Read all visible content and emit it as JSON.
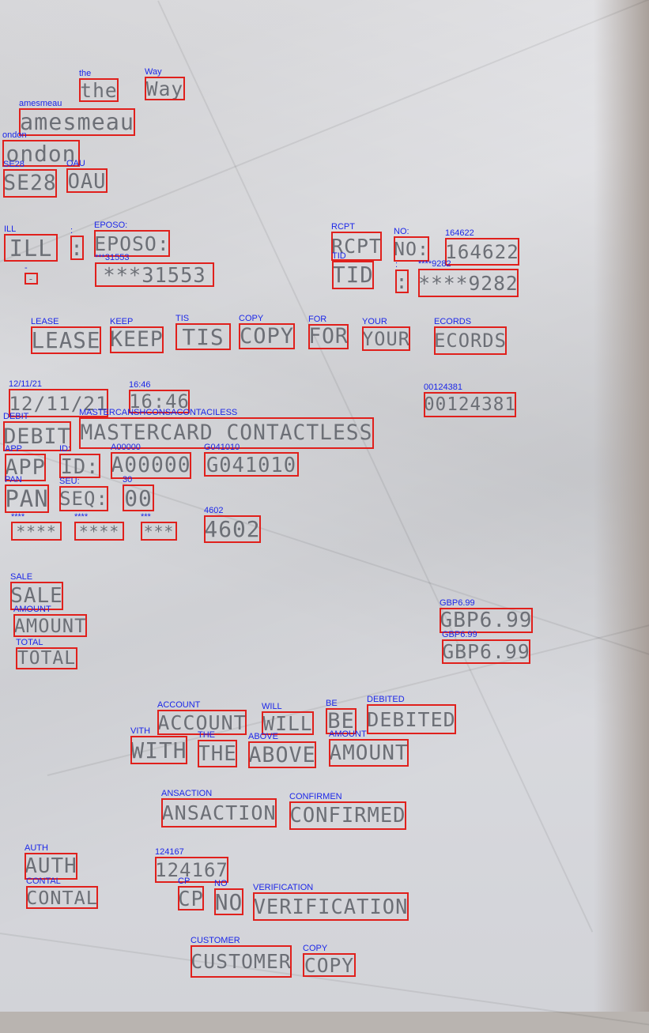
{
  "annotations": [
    {
      "label": "the",
      "text": "the"
    },
    {
      "label": "Way",
      "text": "Way"
    },
    {
      "label": "amesmeau",
      "text": "amesmeau"
    },
    {
      "label": "ondon",
      "text": "ondon"
    },
    {
      "label": "SE28",
      "text": "SE28"
    },
    {
      "label": "OAU",
      "text": "OAU"
    },
    {
      "label": "ILL",
      "text": "ILL"
    },
    {
      "label": ":",
      "text": ":"
    },
    {
      "label": "EPOSO:",
      "text": "EPOSO:"
    },
    {
      "label": "RCPT",
      "text": "RCPT"
    },
    {
      "label": "NO:",
      "text": "NO:"
    },
    {
      "label": "164622",
      "text": "164622"
    },
    {
      "label": "***31553",
      "text": "***31553"
    },
    {
      "label": "-",
      "text": "-"
    },
    {
      "label": "TID",
      "text": "TID"
    },
    {
      "label": ":",
      "text": ":"
    },
    {
      "label": "****9282",
      "text": "****9282"
    },
    {
      "label": "LEASE",
      "text": "LEASE"
    },
    {
      "label": "KEEP",
      "text": "KEEP"
    },
    {
      "label": "TIS",
      "text": "TIS"
    },
    {
      "label": "COPY",
      "text": "COPY"
    },
    {
      "label": "FOR",
      "text": "FOR"
    },
    {
      "label": "YOUR",
      "text": "YOUR"
    },
    {
      "label": "ECORDS",
      "text": "ECORDS"
    },
    {
      "label": "12/11/21",
      "text": "12/11/21"
    },
    {
      "label": "16:46",
      "text": "16:46"
    },
    {
      "label": "00124381",
      "text": "00124381"
    },
    {
      "label": "DEBIT",
      "text": "DEBIT"
    },
    {
      "label": "MASTERCANSHCONSACONTACILESS",
      "text": "MASTERCARD CONTACTLESS"
    },
    {
      "label": "APP",
      "text": "APP"
    },
    {
      "label": "ID:",
      "text": "ID:"
    },
    {
      "label": "A00000",
      "text": "A00000"
    },
    {
      "label": "G041010",
      "text": "G041010"
    },
    {
      "label": "PAN",
      "text": "PAN"
    },
    {
      "label": "SEU:",
      "text": "SEQ:"
    },
    {
      "label": "30",
      "text": "00"
    },
    {
      "label": "****",
      "text": "****"
    },
    {
      "label": "****",
      "text": "****"
    },
    {
      "label": "***",
      "text": "***"
    },
    {
      "label": "4602",
      "text": "4602"
    },
    {
      "label": "SALE",
      "text": "SALE"
    },
    {
      "label": "GBP6.99",
      "text": "GBP6.99"
    },
    {
      "label": "AMOUNT",
      "text": "AMOUNT"
    },
    {
      "label": "GBP6.99",
      "text": "GBP6.99"
    },
    {
      "label": "TOTAL",
      "text": "TOTAL"
    },
    {
      "label": "ACCOUNT",
      "text": "ACCOUNT"
    },
    {
      "label": "WILL",
      "text": "WILL"
    },
    {
      "label": "BE",
      "text": "BE"
    },
    {
      "label": "DEBITED",
      "text": "DEBITED"
    },
    {
      "label": "VITH",
      "text": "WITH"
    },
    {
      "label": "THE",
      "text": "THE"
    },
    {
      "label": "ABOVE",
      "text": "ABOVE"
    },
    {
      "label": "AMOUNT",
      "text": "AMOUNT"
    },
    {
      "label": "ANSACTION",
      "text": "ANSACTION"
    },
    {
      "label": "CONFIRMEN",
      "text": "CONFIRMED"
    },
    {
      "label": "AUTH",
      "text": "AUTH"
    },
    {
      "label": "124167",
      "text": "124167"
    },
    {
      "label": "CONTAL",
      "text": "CONTAL"
    },
    {
      "label": "CP",
      "text": "CP"
    },
    {
      "label": "NO",
      "text": "NO"
    },
    {
      "label": "VERIFICATION",
      "text": "VERIFICATION"
    },
    {
      "label": "CUSTOMER",
      "text": "CUSTOMER"
    },
    {
      "label": "COPY",
      "text": "COPY"
    }
  ],
  "colors": {
    "box": "#e0201c",
    "label": "#1c27e8",
    "receipt_text": "#6c6f76"
  }
}
